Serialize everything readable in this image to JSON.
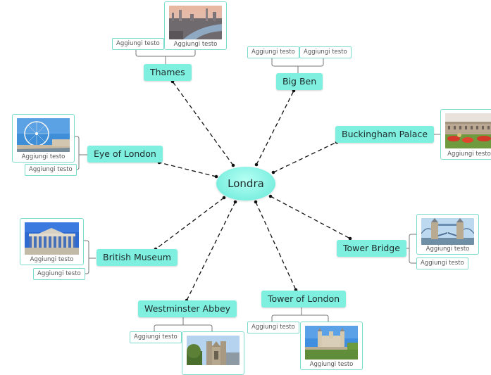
{
  "center": {
    "label": "Londra"
  },
  "add_text": "Aggiungi testo",
  "topics": {
    "thames": "Thames",
    "big_ben": "Big Ben",
    "buckingham": "Buckingham Palace",
    "eye": "Eye of London",
    "british_museum": "British Museum",
    "tower_bridge": "Tower Bridge",
    "westminster": "Westminster Abbey",
    "tower_london": "Tower of London"
  },
  "colors": {
    "node": "#7ff0e0",
    "border": "#79dccd",
    "connector": "#111111"
  }
}
